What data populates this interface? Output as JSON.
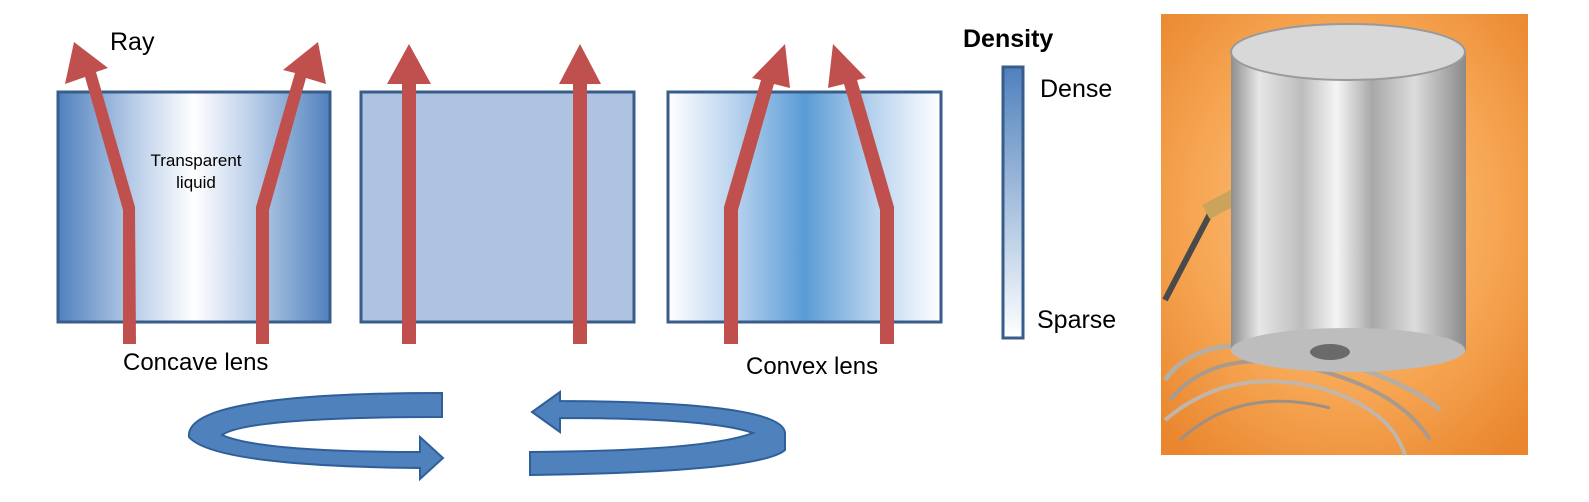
{
  "labels": {
    "ray": "Ray",
    "transparent_liquid": "Transparent liquid",
    "concave_lens": "Concave lens",
    "convex_lens": "Convex lens"
  },
  "density_legend": {
    "title": "Density",
    "dense": "Dense",
    "sparse": "Sparse"
  },
  "colors": {
    "ray": "#c0504d",
    "panel_border": "#385d8a",
    "dense_blue": "#4f81bd",
    "uniform_fill": "#adc3e1",
    "convex_center": "#5a9bd5",
    "rotation_arrow": "#4f81bd",
    "photo_background": "#f5a04a",
    "device_metal": "#c8c8c8"
  },
  "photo": {
    "content": "cylindrical metal device with cable on orange background"
  }
}
